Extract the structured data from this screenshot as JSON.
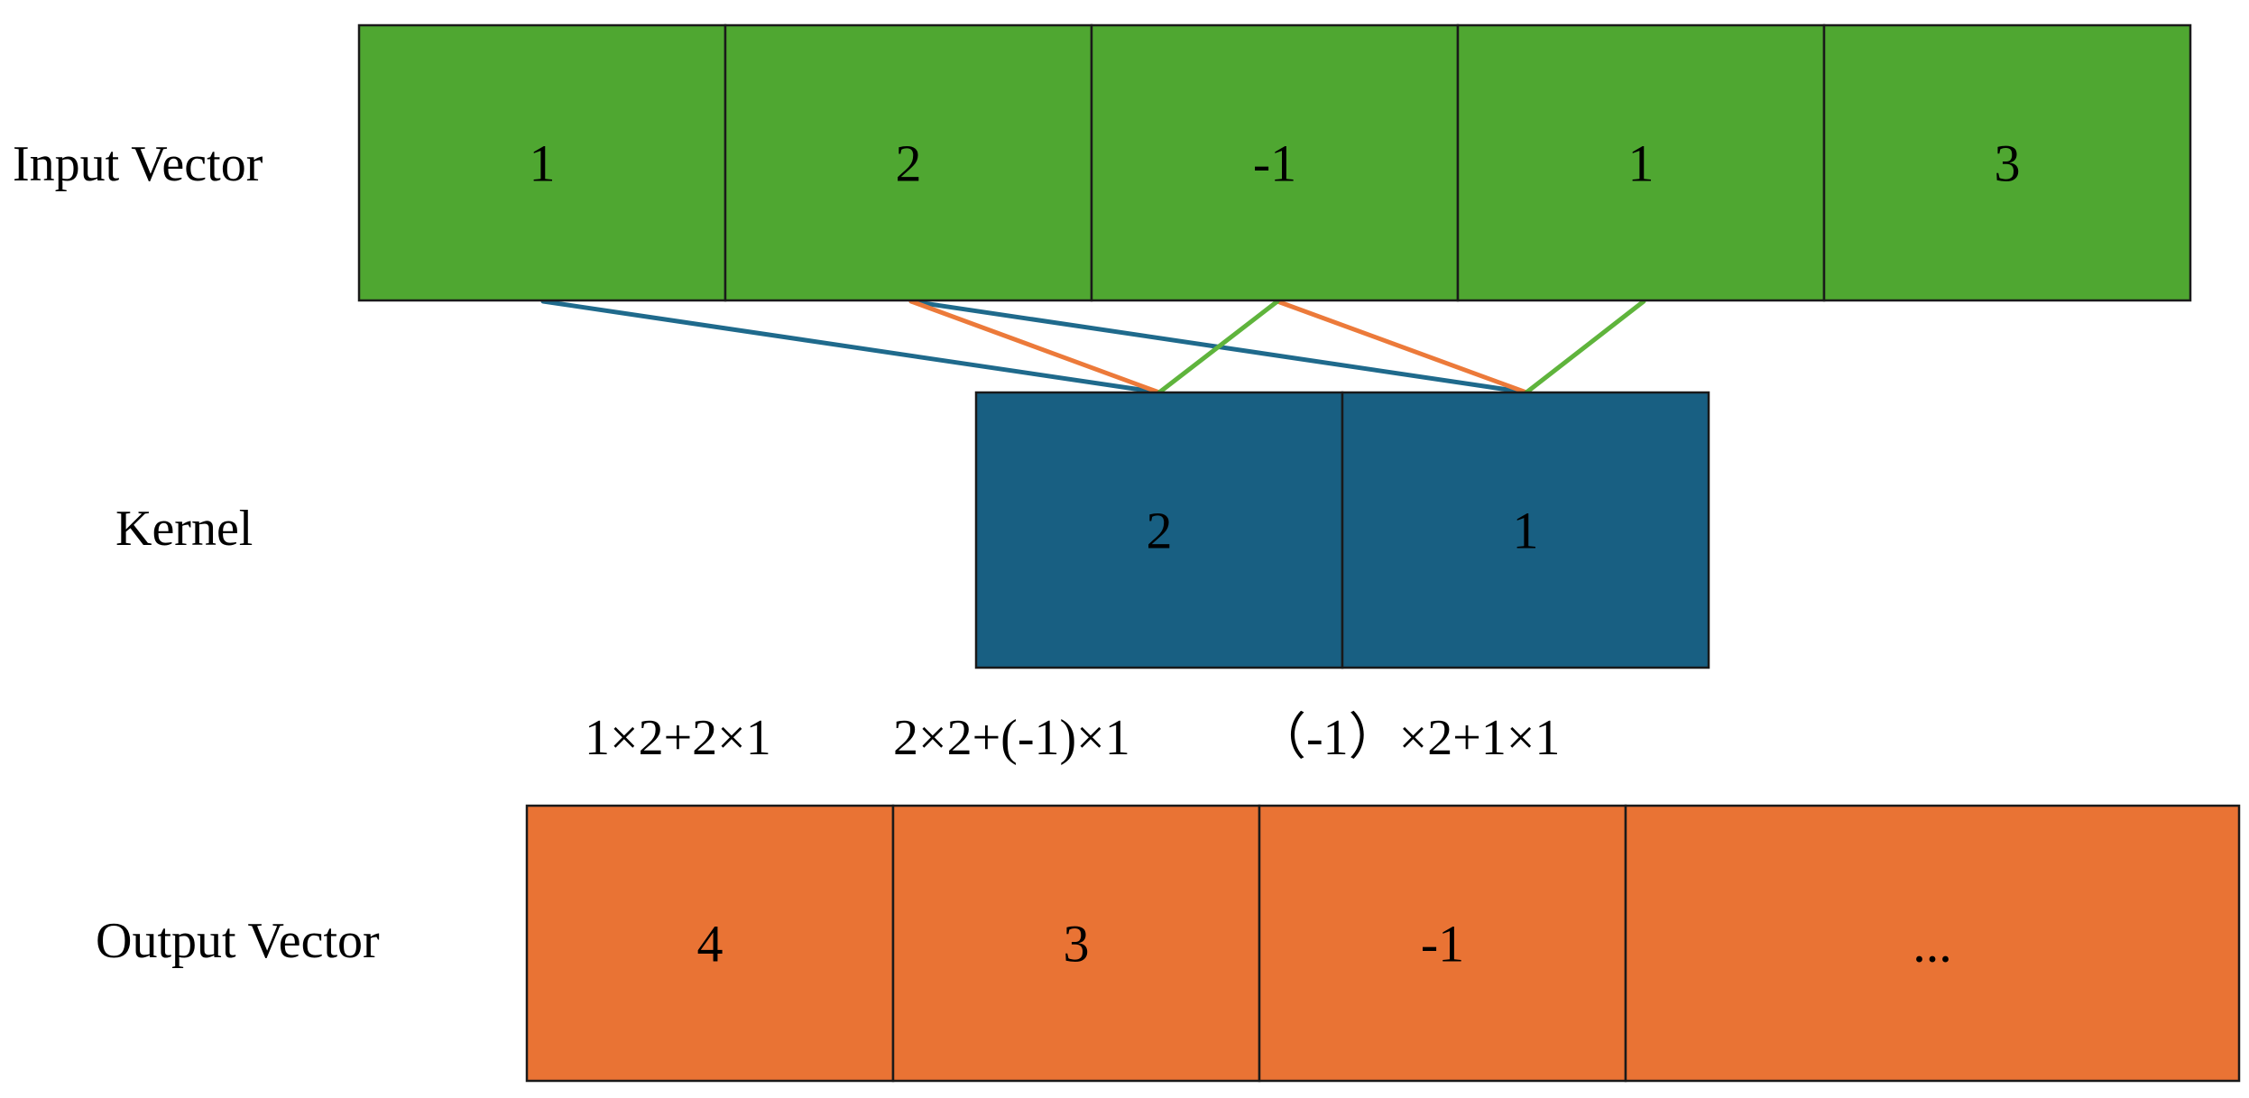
{
  "colors": {
    "input": "#4fa731",
    "kernel": "#185f82",
    "output": "#e97334",
    "line_blue": "#1f6a8c",
    "line_orange": "#ec7a3a",
    "line_green": "#5fb43c"
  },
  "input": {
    "label": "Input Vector",
    "cells": [
      "1",
      "2",
      "-1",
      "1",
      "3"
    ]
  },
  "kernel": {
    "label": "Kernel",
    "cells": [
      "2",
      "1"
    ]
  },
  "formulas": [
    "1×2+2×1",
    "2×2+(-1)×1",
    "（-1）×2+1×1"
  ],
  "output": {
    "label": "Output Vector",
    "cells": [
      "4",
      "3",
      "-1",
      "..."
    ]
  }
}
